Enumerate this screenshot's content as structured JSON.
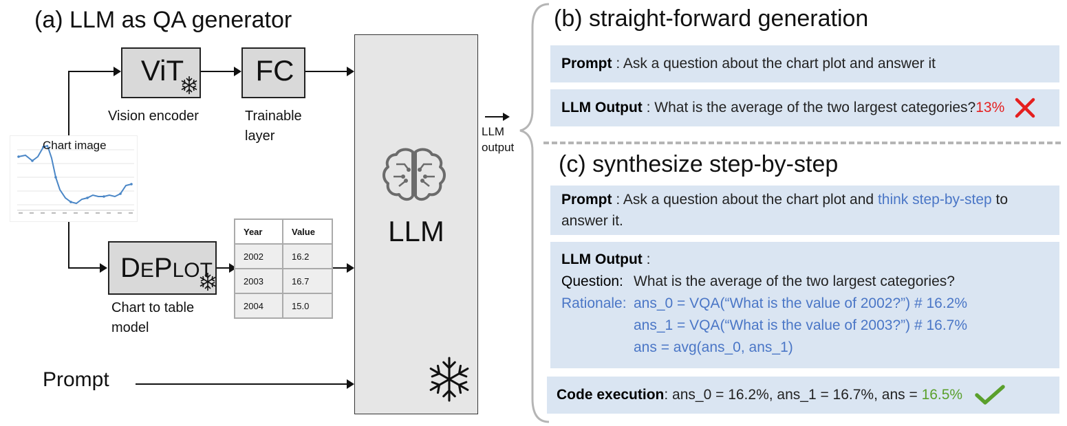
{
  "left": {
    "title": "(a) LLM as QA generator",
    "vit_label": "ViT",
    "fc_label": "FC",
    "vision_encoder": "Vision encoder",
    "trainable_layer_1": "Trainable",
    "trainable_layer_2": "layer",
    "chart_image_label": "Chart image",
    "deplot_label_big1": "D",
    "deplot_label_small1": "E",
    "deplot_label_big2": "P",
    "deplot_label_small2": "LOT",
    "chart_to_table_1": "Chart to table",
    "chart_to_table_2": "model",
    "table": {
      "headers": [
        "Year",
        "Value"
      ],
      "rows": [
        [
          "2002",
          "16.2"
        ],
        [
          "2003",
          "16.7"
        ],
        [
          "2004",
          "15.0"
        ]
      ]
    },
    "llm_label": "LLM",
    "prompt_label": "Prompt",
    "llm_output_1": "LLM",
    "llm_output_2": "output"
  },
  "right": {
    "b_title": "(b) straight-forward generation",
    "b_prompt_key": "Prompt",
    "b_prompt_text": " : Ask a question about the chart plot and answer it",
    "b_output_key": "LLM Output",
    "b_output_text": " : What is the average of the two largest categories?",
    "b_output_answer": "13%",
    "c_title": "(c) synthesize step-by-step",
    "c_prompt_key": "Prompt",
    "c_prompt_text1": " : Ask a question about the chart plot and ",
    "c_prompt_highlight": "think step-by-step",
    "c_prompt_text2": " to",
    "c_prompt_text3": "answer it.",
    "c_output_key": "LLM Output",
    "c_output_colon": " :",
    "question_key": "Question:",
    "question_text": "What is the average of the two largest categories?",
    "rationale_key": "Rationale:",
    "rationale_lines": [
      "ans_0 = VQA(“What is the value of 2002?”) # 16.2%",
      "ans_1 = VQA(“What is the value of 2003?”) # 16.7%",
      "ans = avg(ans_0, ans_1)"
    ],
    "code_key": "Code execution",
    "code_text": ": ans_0 = 16.2%, ans_1 = 16.7%, ans = ",
    "code_answer": "16.5%"
  },
  "colors": {
    "panel_bg": "#dae5f2",
    "highlight_blue": "#4a76c6",
    "wrong_red": "#e51f1f",
    "correct_green": "#5aa02c",
    "box_grey": "#d9d9d9"
  }
}
